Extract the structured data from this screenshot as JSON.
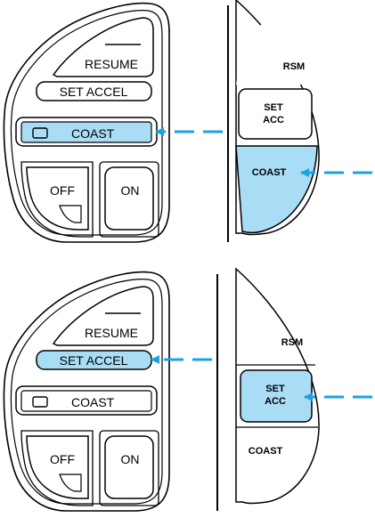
{
  "colors": {
    "highlight": "#a9dcf5",
    "arrow": "#1aa3e0",
    "stroke": "#000000",
    "background": "#ffffff"
  },
  "icons": [
    "dashed-arrow-left-icon",
    "indicator-lamp-icon"
  ],
  "panels": [
    {
      "highlighted": "coast",
      "left_control": {
        "resume_label": "RESUME",
        "set_accel_label": "SET ACCEL",
        "coast_label": "COAST",
        "off_label": "OFF",
        "on_label": "ON"
      },
      "right_control": {
        "rsm_label": "RSM",
        "set_acc_line1": "SET",
        "set_acc_line2": "ACC",
        "coast_label": "COAST"
      }
    },
    {
      "highlighted": "set",
      "left_control": {
        "resume_label": "RESUME",
        "set_accel_label": "SET ACCEL",
        "coast_label": "COAST",
        "off_label": "OFF",
        "on_label": "ON"
      },
      "right_control": {
        "rsm_label": "RSM",
        "set_acc_line1": "SET",
        "set_acc_line2": "ACC",
        "coast_label": "COAST"
      }
    }
  ]
}
